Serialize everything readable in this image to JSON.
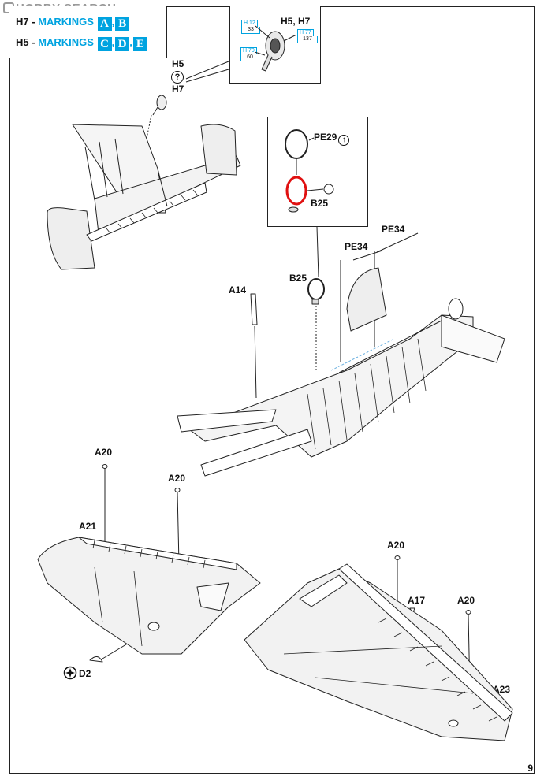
{
  "watermark": "HOBBY SEARCH",
  "legend": {
    "row1_prefix": "H7 - ",
    "row1_markings": "MARKINGS",
    "row1_badges": [
      "A",
      "B"
    ],
    "row2_prefix": "H5 - ",
    "row2_markings": "MARKINGS",
    "row2_badges": [
      "C",
      "D",
      "E"
    ]
  },
  "detail_inset": {
    "title": "H5, H7",
    "tags": [
      {
        "code": "H 12",
        "value": "33"
      },
      {
        "code": "H 77",
        "value": "137"
      },
      {
        "code": "H 70",
        "value": "60"
      }
    ]
  },
  "tail_part": {
    "top": "H5",
    "question": "?",
    "bottom": "H7"
  },
  "pe_inset": {
    "pe_label": "PE29",
    "b_label": "B25"
  },
  "labels": {
    "b25": "B25",
    "a14": "A14",
    "pe34_left": "PE34",
    "pe34_right": "PE34",
    "a20_1": "A20",
    "a20_2": "A20",
    "a21": "A21",
    "d2": "D2",
    "a20_3": "A20",
    "a17": "A17",
    "a20_4": "A20",
    "a23": "A23"
  },
  "page_number": "9"
}
